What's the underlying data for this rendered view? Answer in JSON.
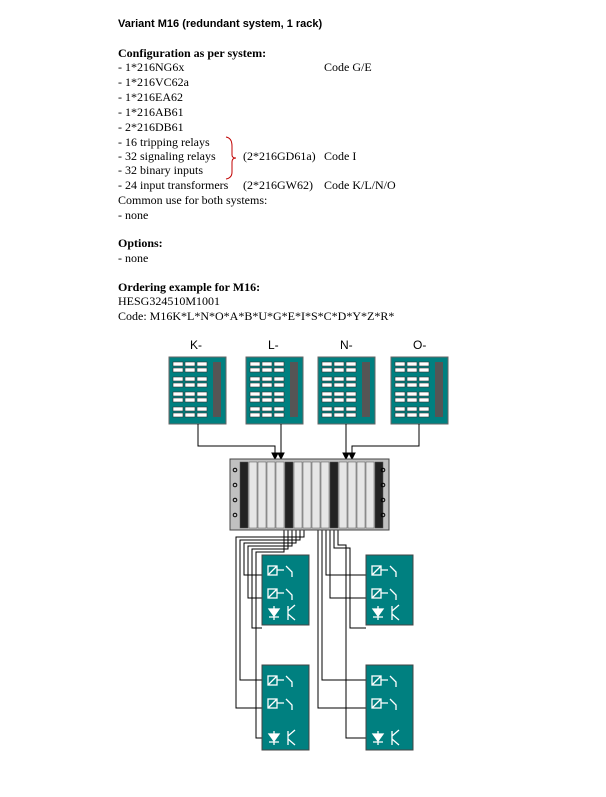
{
  "title": "Variant M16 (redundant system, 1 rack)",
  "configuration": {
    "heading": "Configuration as per system:",
    "items": [
      {
        "text": "- 1*216NG6x",
        "part": "",
        "code": "Code G/E"
      },
      {
        "text": "- 1*216VC62a",
        "part": "",
        "code": ""
      },
      {
        "text": "- 1*216EA62",
        "part": "",
        "code": ""
      },
      {
        "text": "- 1*216AB61",
        "part": "",
        "code": ""
      },
      {
        "text": "- 2*216DB61",
        "part": "",
        "code": ""
      },
      {
        "text": "- 16 tripping relays",
        "part": "",
        "code": ""
      },
      {
        "text": "- 32 signaling relays",
        "part": "(2*216GD61a)",
        "code": "Code I"
      },
      {
        "text": "- 32 binary inputs",
        "part": "",
        "code": ""
      },
      {
        "text": "- 24 input transformers",
        "part": "(2*216GW62)",
        "code": "Code K/L/N/O"
      }
    ],
    "common_heading": "Common use for both systems:",
    "common_value": "- none"
  },
  "options": {
    "heading": "Options:",
    "value": "- none"
  },
  "ordering": {
    "heading": "Ordering example for M16:",
    "number": "HESG324510M1001",
    "code": "Code: M16K*L*N*O*A*B*U*G*E*I*S*C*D*Y*Z*R*"
  },
  "diagram": {
    "transformer_labels": [
      "K-",
      "L-",
      "N-",
      "O-"
    ],
    "colors": {
      "module": "#008080",
      "rack": "#c0c0c0"
    }
  }
}
